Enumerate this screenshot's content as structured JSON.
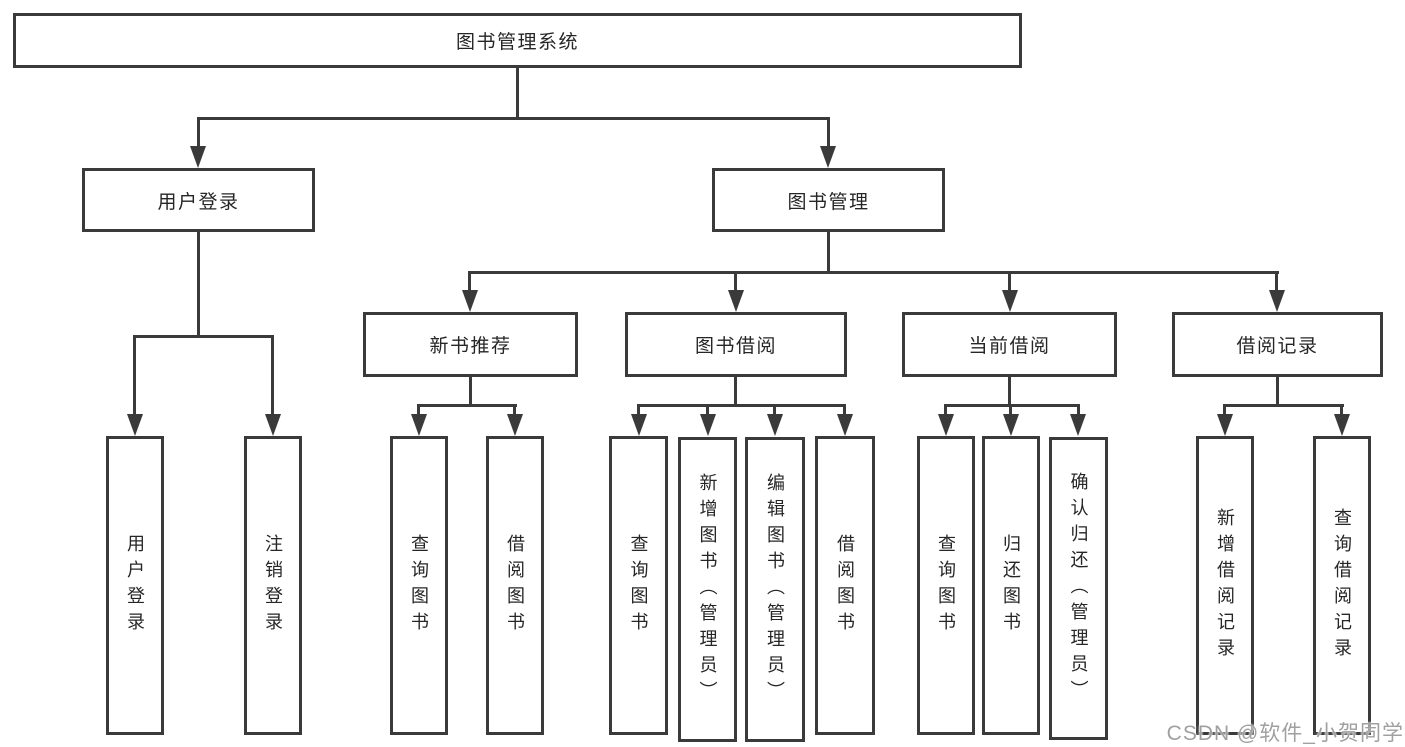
{
  "diagram_title": "图书管理系统",
  "nodes": {
    "root": {
      "label": "图书管理系统"
    },
    "level2": [
      {
        "label": "用户登录"
      },
      {
        "label": "图书管理"
      }
    ],
    "level3": [
      {
        "label": "新书推荐"
      },
      {
        "label": "图书借阅"
      },
      {
        "label": "当前借阅"
      },
      {
        "label": "借阅记录"
      }
    ],
    "leaves": [
      {
        "label": "用户登录"
      },
      {
        "label": "注销登录"
      },
      {
        "label": "查询图书"
      },
      {
        "label": "借阅图书"
      },
      {
        "label": "查询图书"
      },
      {
        "label": "新增图书（管理员）"
      },
      {
        "label": "编辑图书（管理员）"
      },
      {
        "label": "借阅图书"
      },
      {
        "label": "查询图书"
      },
      {
        "label": "归还图书"
      },
      {
        "label": "确认归还（管理员）"
      },
      {
        "label": "新增借阅记录"
      },
      {
        "label": "查询借阅记录"
      }
    ]
  },
  "edges": [
    {
      "from": "图书管理系统",
      "to": [
        "用户登录",
        "图书管理"
      ]
    },
    {
      "from": "用户登录",
      "to": [
        "用户登录",
        "注销登录"
      ]
    },
    {
      "from": "图书管理",
      "to": [
        "新书推荐",
        "图书借阅",
        "当前借阅",
        "借阅记录"
      ]
    },
    {
      "from": "新书推荐",
      "to": [
        "查询图书",
        "借阅图书"
      ]
    },
    {
      "from": "图书借阅",
      "to": [
        "查询图书",
        "新增图书（管理员）",
        "编辑图书（管理员）",
        "借阅图书"
      ]
    },
    {
      "from": "当前借阅",
      "to": [
        "查询图书",
        "归还图书",
        "确认归还（管理员）"
      ]
    },
    {
      "from": "借阅记录",
      "to": [
        "新增借阅记录",
        "查询借阅记录"
      ]
    }
  ],
  "watermark": {
    "text": "CSDN @软件_小贺同学"
  },
  "colors": {
    "line": "#3a3a3a",
    "box_border": "#3a3a3a",
    "text": "#262626",
    "watermark": "#a0a0a0",
    "background": "#ffffff"
  }
}
